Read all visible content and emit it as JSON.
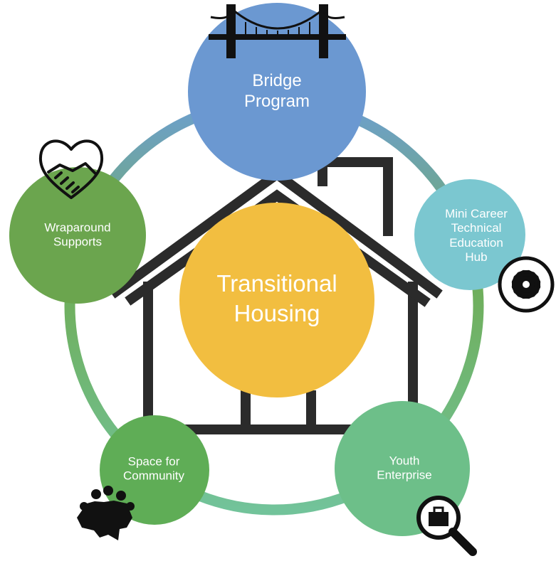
{
  "center": {
    "label": "Transitional\nHousing",
    "color": "#F2BE40"
  },
  "nodes": {
    "bridge": {
      "label": "Bridge\nProgram",
      "color": "#6B98D1"
    },
    "wraparound": {
      "label": "Wraparound\nSupports",
      "color": "#6BA54E"
    },
    "mini_cte": {
      "label": "Mini Career\nTechnical\nEducation\nHub",
      "color": "#7BC7D0"
    },
    "space": {
      "label": "Space for\nCommunity",
      "color": "#5FAD56"
    },
    "youth": {
      "label": "Youth\nEnterprise",
      "color": "#6DBF89"
    }
  },
  "icons": {
    "bridge": "suspension-bridge-icon",
    "wraparound": "handshake-heart-icon",
    "mini_cte": "gear-icon",
    "space": "community-people-icon",
    "youth": "briefcase-search-icon"
  },
  "colors": {
    "house_outline": "#2B2B2B",
    "icon": "#111111"
  }
}
